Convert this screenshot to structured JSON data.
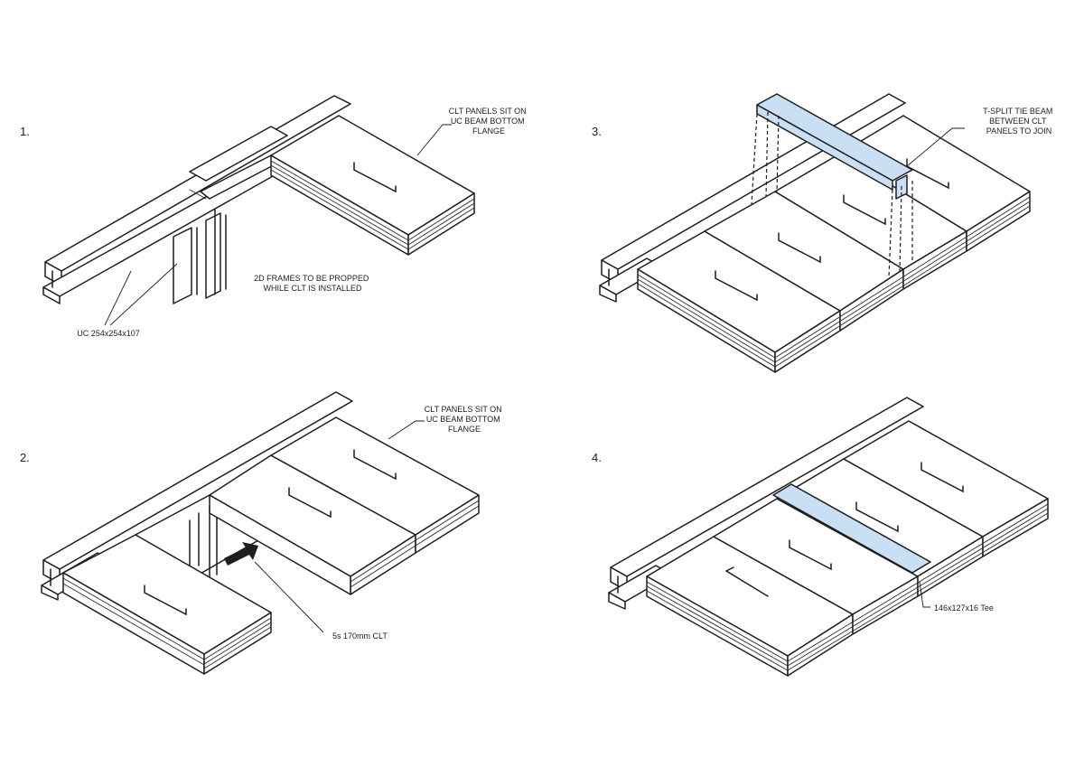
{
  "colors": {
    "ink": "#1e1e1e",
    "highlight_blue": "#c9dff3",
    "background": "#ffffff"
  },
  "steps": [
    {
      "number": "1.",
      "labels": {
        "clt_panels_note": [
          "CLT PANELS SIT ON",
          "UC BEAM BOTTOM",
          "FLANGE"
        ],
        "frames_note": [
          "2D FRAMES TO BE PROPPED",
          "WHILE CLT IS INSTALLED"
        ],
        "column_note": [
          "UC 254x254x107"
        ]
      }
    },
    {
      "number": "2.",
      "labels": {
        "clt_panels_note": [
          "CLT PANELS SIT ON",
          "UC BEAM BOTTOM",
          "FLANGE"
        ],
        "clt_spec_note": [
          "5s 170mm CLT"
        ]
      }
    },
    {
      "number": "3.",
      "labels": {
        "tie_beam_note": [
          "T-SPLIT TIE BEAM",
          "BETWEEN CLT",
          "PANELS TO JOIN"
        ]
      }
    },
    {
      "number": "4.",
      "labels": {
        "tee_note": [
          "146x127x16 Tee"
        ]
      }
    }
  ]
}
